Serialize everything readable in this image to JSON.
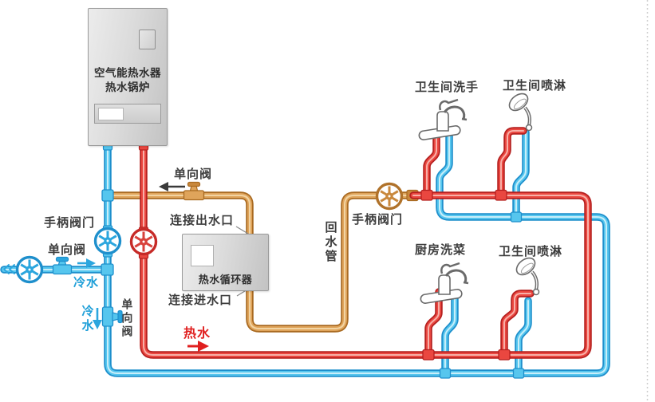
{
  "heater": {
    "line1": "空气能热水器",
    "line2": "热水锅炉"
  },
  "circulator": {
    "name": "热水循环器",
    "outlet_label": "连接出水口",
    "inlet_label": "连接进水口"
  },
  "valves": {
    "check_top": "单向阀",
    "check_left": "单向阀",
    "check_bottom": "单向阀",
    "handle_left": "手柄阀门",
    "handle_right": "手柄阀门"
  },
  "water": {
    "cold_inlet": "冷水",
    "cold_down": "冷水",
    "hot": "热水",
    "return_pipe": "回水管"
  },
  "fixtures": {
    "bathroom_sink": "卫生间洗手",
    "bathroom_shower_top": "卫生间喷淋",
    "kitchen_sink": "厨房洗菜",
    "bathroom_shower_bottom": "卫生间喷淋"
  },
  "colors": {
    "cold_pipe": "#56c6ee",
    "cold_edge": "#1e8fcc",
    "hot_pipe": "#ea4740",
    "hot_edge": "#b5201f",
    "return_pipe": "#dfa45b",
    "return_edge": "#a96a21",
    "cold_text": "#1f9fd8",
    "hot_text": "#e01f1f",
    "label_text": "#3d3d3d"
  }
}
